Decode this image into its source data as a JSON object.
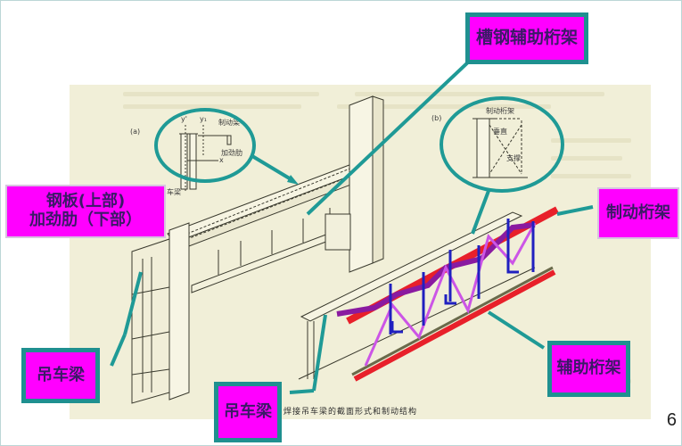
{
  "slide": {
    "page_number": "6",
    "background_scan_color": "#f1efd8",
    "label_fill_color": "#ff00ff",
    "label_border_color": "#1f9090",
    "callout_line_color": "#1f9a96",
    "highlight_colors": {
      "red": "#e8202a",
      "purple": "#8a1aa0",
      "violet": "#cc55e6",
      "blue": "#2020c0"
    }
  },
  "labels": {
    "channel_aux_truss": "槽钢辅助桁架",
    "steel_plate_line1": "钢板(上部)",
    "steel_plate_line2": "加劲肋（下部）",
    "brake_truss": "制动桁架",
    "crane_beam_left": "吊车梁",
    "crane_beam_bottom": "吊车梁",
    "aux_truss": "辅助桁架"
  },
  "figure": {
    "caption": "焊接吊车梁的截面形式和制动结构",
    "panel_a": {
      "tag": "(a)",
      "axis_y1": "y'",
      "axis_y2": "y₁",
      "axis_x": "x",
      "label_brake_beam": "制动梁",
      "label_stiffener": "加劲肋",
      "label_crane_beam": "车梁"
    },
    "panel_b": {
      "tag": "(b)",
      "label_brake_truss": "制动桁架",
      "label_vertical": "垂直",
      "label_support": "支撑",
      "label_crane_beam": "吊车梁",
      "label_aux_truss": "辅助桁架"
    }
  }
}
